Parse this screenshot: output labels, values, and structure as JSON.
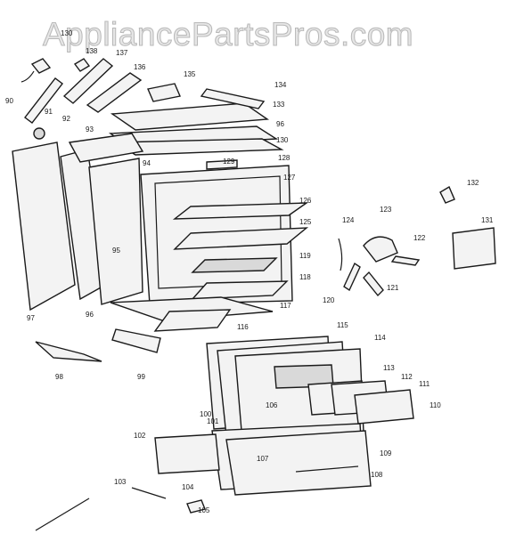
{
  "watermark": "AppliancePartsPros.com",
  "labels": [
    "130",
    "138",
    "137",
    "136",
    "135",
    "134",
    "133",
    "90",
    "91",
    "92",
    "93",
    "96",
    "130",
    "94",
    "129",
    "128",
    "127",
    "126",
    "95",
    "125",
    "124",
    "123",
    "122",
    "132",
    "131",
    "119",
    "118",
    "117",
    "97",
    "96",
    "116",
    "115",
    "114",
    "113",
    "112",
    "111",
    "110",
    "120",
    "121",
    "98",
    "99",
    "106",
    "100",
    "101",
    "102",
    "107",
    "109",
    "108",
    "103",
    "104",
    "105"
  ]
}
